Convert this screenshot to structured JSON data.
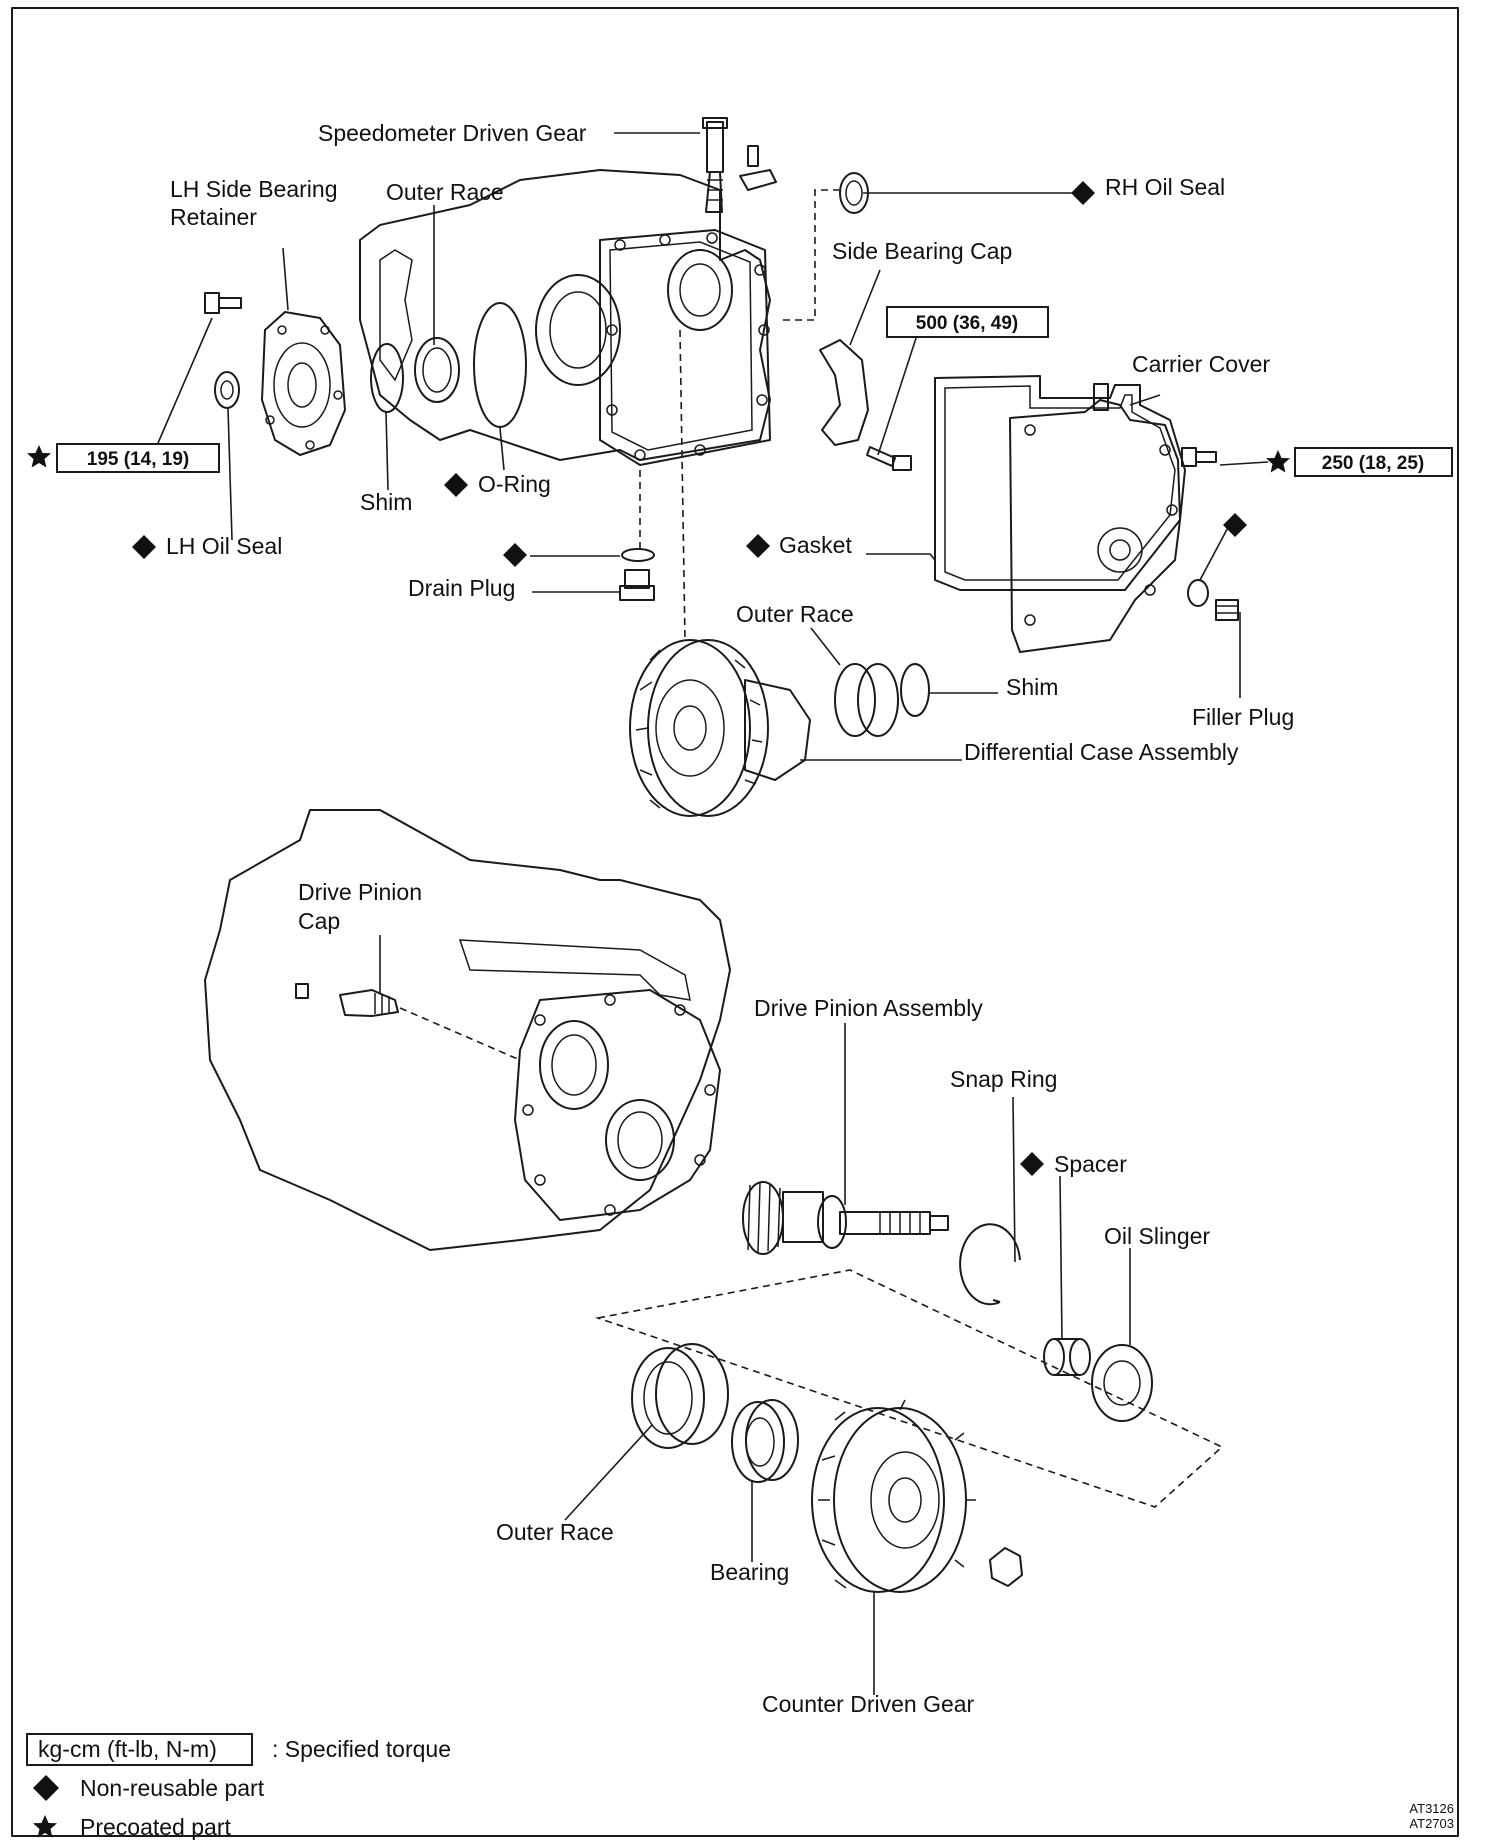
{
  "labels": {
    "speedometer_driven_gear": "Speedometer Driven Gear",
    "lh_side_bearing_retainer_1": "LH Side Bearing",
    "lh_side_bearing_retainer_2": "Retainer",
    "outer_race_top": "Outer Race",
    "rh_oil_seal": "RH Oil Seal",
    "side_bearing_cap": "Side Bearing Cap",
    "carrier_cover": "Carrier Cover",
    "shim_left": "Shim",
    "o_ring": "O-Ring",
    "lh_oil_seal": "LH Oil Seal",
    "drain_plug": "Drain Plug",
    "gasket": "Gasket",
    "outer_race_mid": "Outer Race",
    "shim_right": "Shim",
    "filler_plug": "Filler Plug",
    "differential_case_assembly": "Differential Case Assembly",
    "drive_pinion_cap_1": "Drive Pinion",
    "drive_pinion_cap_2": "Cap",
    "drive_pinion_assembly": "Drive Pinion Assembly",
    "snap_ring": "Snap Ring",
    "spacer": "Spacer",
    "oil_slinger": "Oil Slinger",
    "outer_race_bottom": "Outer Race",
    "bearing": "Bearing",
    "counter_driven_gear": "Counter Driven Gear"
  },
  "torque": {
    "t195": "195 (14, 19)",
    "t500": "500 (36, 49)",
    "t250": "250 (18, 25)"
  },
  "legend": {
    "unit_box": "kg-cm (ft-lb, N-m)",
    "unit_desc": ": Specified torque",
    "non_reusable": "Non-reusable part",
    "precoated": "Precoated part"
  },
  "refs": {
    "r1": "AT3126",
    "r2": "AT2703"
  }
}
